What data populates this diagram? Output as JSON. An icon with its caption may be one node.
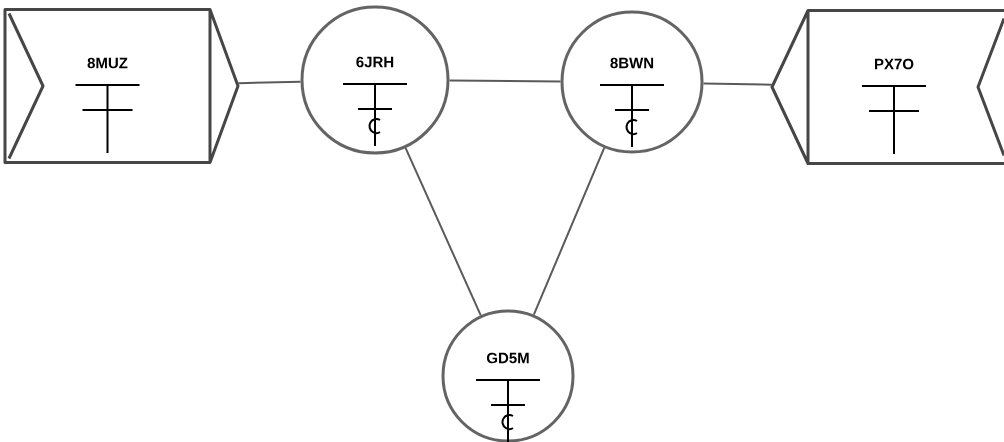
{
  "diagram": {
    "nodes": [
      {
        "text": [
          "8MUZ"
        ]
      },
      {
        "text": [
          "6JRH"
        ]
      },
      {
        "text": [
          "8BWN"
        ]
      },
      {
        "text": [
          "PX7O"
        ]
      },
      {
        "text": [
          "GD5M"
        ]
      }
    ],
    "edges": [
      {
        "from": 0,
        "to": 1,
        "arrow": "none"
      },
      {
        "from": 1,
        "to": 2,
        "arrow": "none"
      },
      {
        "from": 2,
        "to": 3,
        "arrow": "none"
      },
      {
        "from": 1,
        "to": 4,
        "arrow": "none"
      },
      {
        "from": 2,
        "to": 4,
        "arrow": "none"
      }
    ]
  }
}
